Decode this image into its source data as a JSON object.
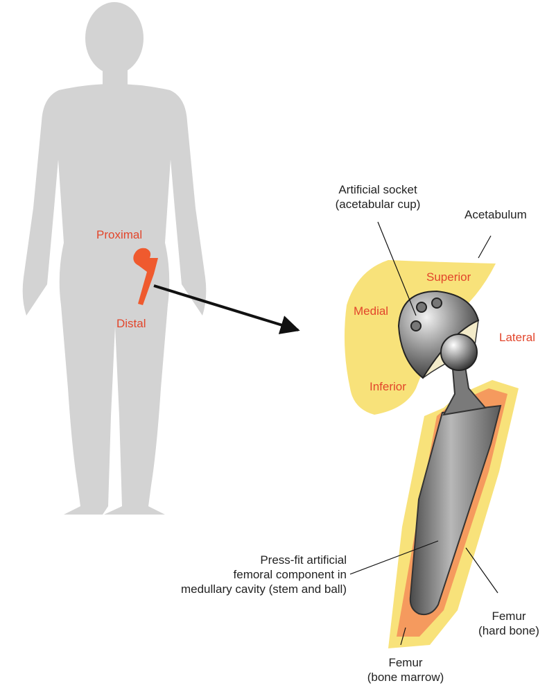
{
  "colors": {
    "accent": "#e2452b",
    "silhouette": "#d3d3d3",
    "acetabulum": "#f8e27a",
    "cortex": "#f59a5e",
    "implant": "#8a8a8a",
    "text": "#222222"
  },
  "icons": [
    "human-silhouette",
    "femur-bone",
    "pointer-arrow",
    "hip-implant"
  ],
  "body_labels": {
    "proximal": "Proximal",
    "distal": "Distal"
  },
  "orientation": {
    "superior": "Superior",
    "medial": "Medial",
    "lateral": "Lateral",
    "inferior": "Inferior"
  },
  "callouts": {
    "socket": [
      "Artificial socket",
      "(acetabular cup)"
    ],
    "acetabulum": "Acetabulum",
    "stem": [
      "Press-fit artificial",
      "femoral component in",
      "medullary cavity (stem and ball)"
    ],
    "femur_hard": [
      "Femur",
      "(hard bone)"
    ],
    "femur_marrow": [
      "Femur",
      "(bone marrow)"
    ]
  }
}
